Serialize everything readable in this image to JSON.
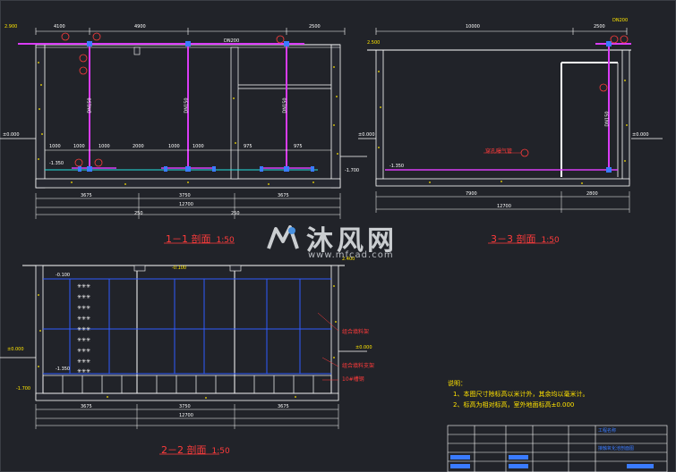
{
  "sections": {
    "s11": {
      "title": "1－1 剖面",
      "scale": "1:50"
    },
    "s22": {
      "title": "2－2 剖面",
      "scale": "1:50"
    },
    "s33": {
      "title": "3－3 剖面",
      "scale": "1:50"
    }
  },
  "watermark": {
    "brand": "沐风网",
    "url": "www.mfcad.com"
  },
  "notes": {
    "heading": "说明：",
    "line1": "1、本图尺寸除标高以米计外，其余均以毫米计。",
    "line2": "2、标高为相对标高，室外地面标高±0.000"
  },
  "dimensions": {
    "top11": [
      "4100",
      "4900",
      "2500"
    ],
    "bottom11": [
      "3675",
      "3750",
      "3675"
    ],
    "total11": "12700",
    "mid11": [
      "1000",
      "1000",
      "1000",
      "2000",
      "1000",
      "1000",
      "975",
      "975"
    ],
    "top33": [
      "10000",
      "2500"
    ],
    "bottom33": [
      "7900",
      "2800"
    ],
    "total33": "12700",
    "bottom22": [
      "3675",
      "3750",
      "3675"
    ],
    "total22": "12700",
    "walls": [
      "250",
      "250"
    ]
  },
  "elevations": {
    "e11_top": "2.900",
    "e11_ground": "±0.000",
    "e11_bottom": "-1.700",
    "e11_water": "-1.350",
    "e33_top": "2.500",
    "e33_ground": "±0.000",
    "e33_water": "-1.350",
    "e22_top": "2.400",
    "e22_ground": "±0.000",
    "e22_bottom": "-1.700",
    "e22_mid": "-0.100",
    "e22_water": "-1.350"
  },
  "pipes": {
    "main": "DN200",
    "riser": "DN150",
    "side": "DN100"
  },
  "annotations": {
    "air": "穿孔曝气管",
    "fill1": "组合填料架",
    "fill2": "组合填料支架",
    "steel": "10#槽钢"
  },
  "title_block": {
    "rows": [
      "",
      "",
      "",
      "",
      ""
    ],
    "project": "工程名称",
    "drawing": "接触氧化池剖面图"
  }
}
